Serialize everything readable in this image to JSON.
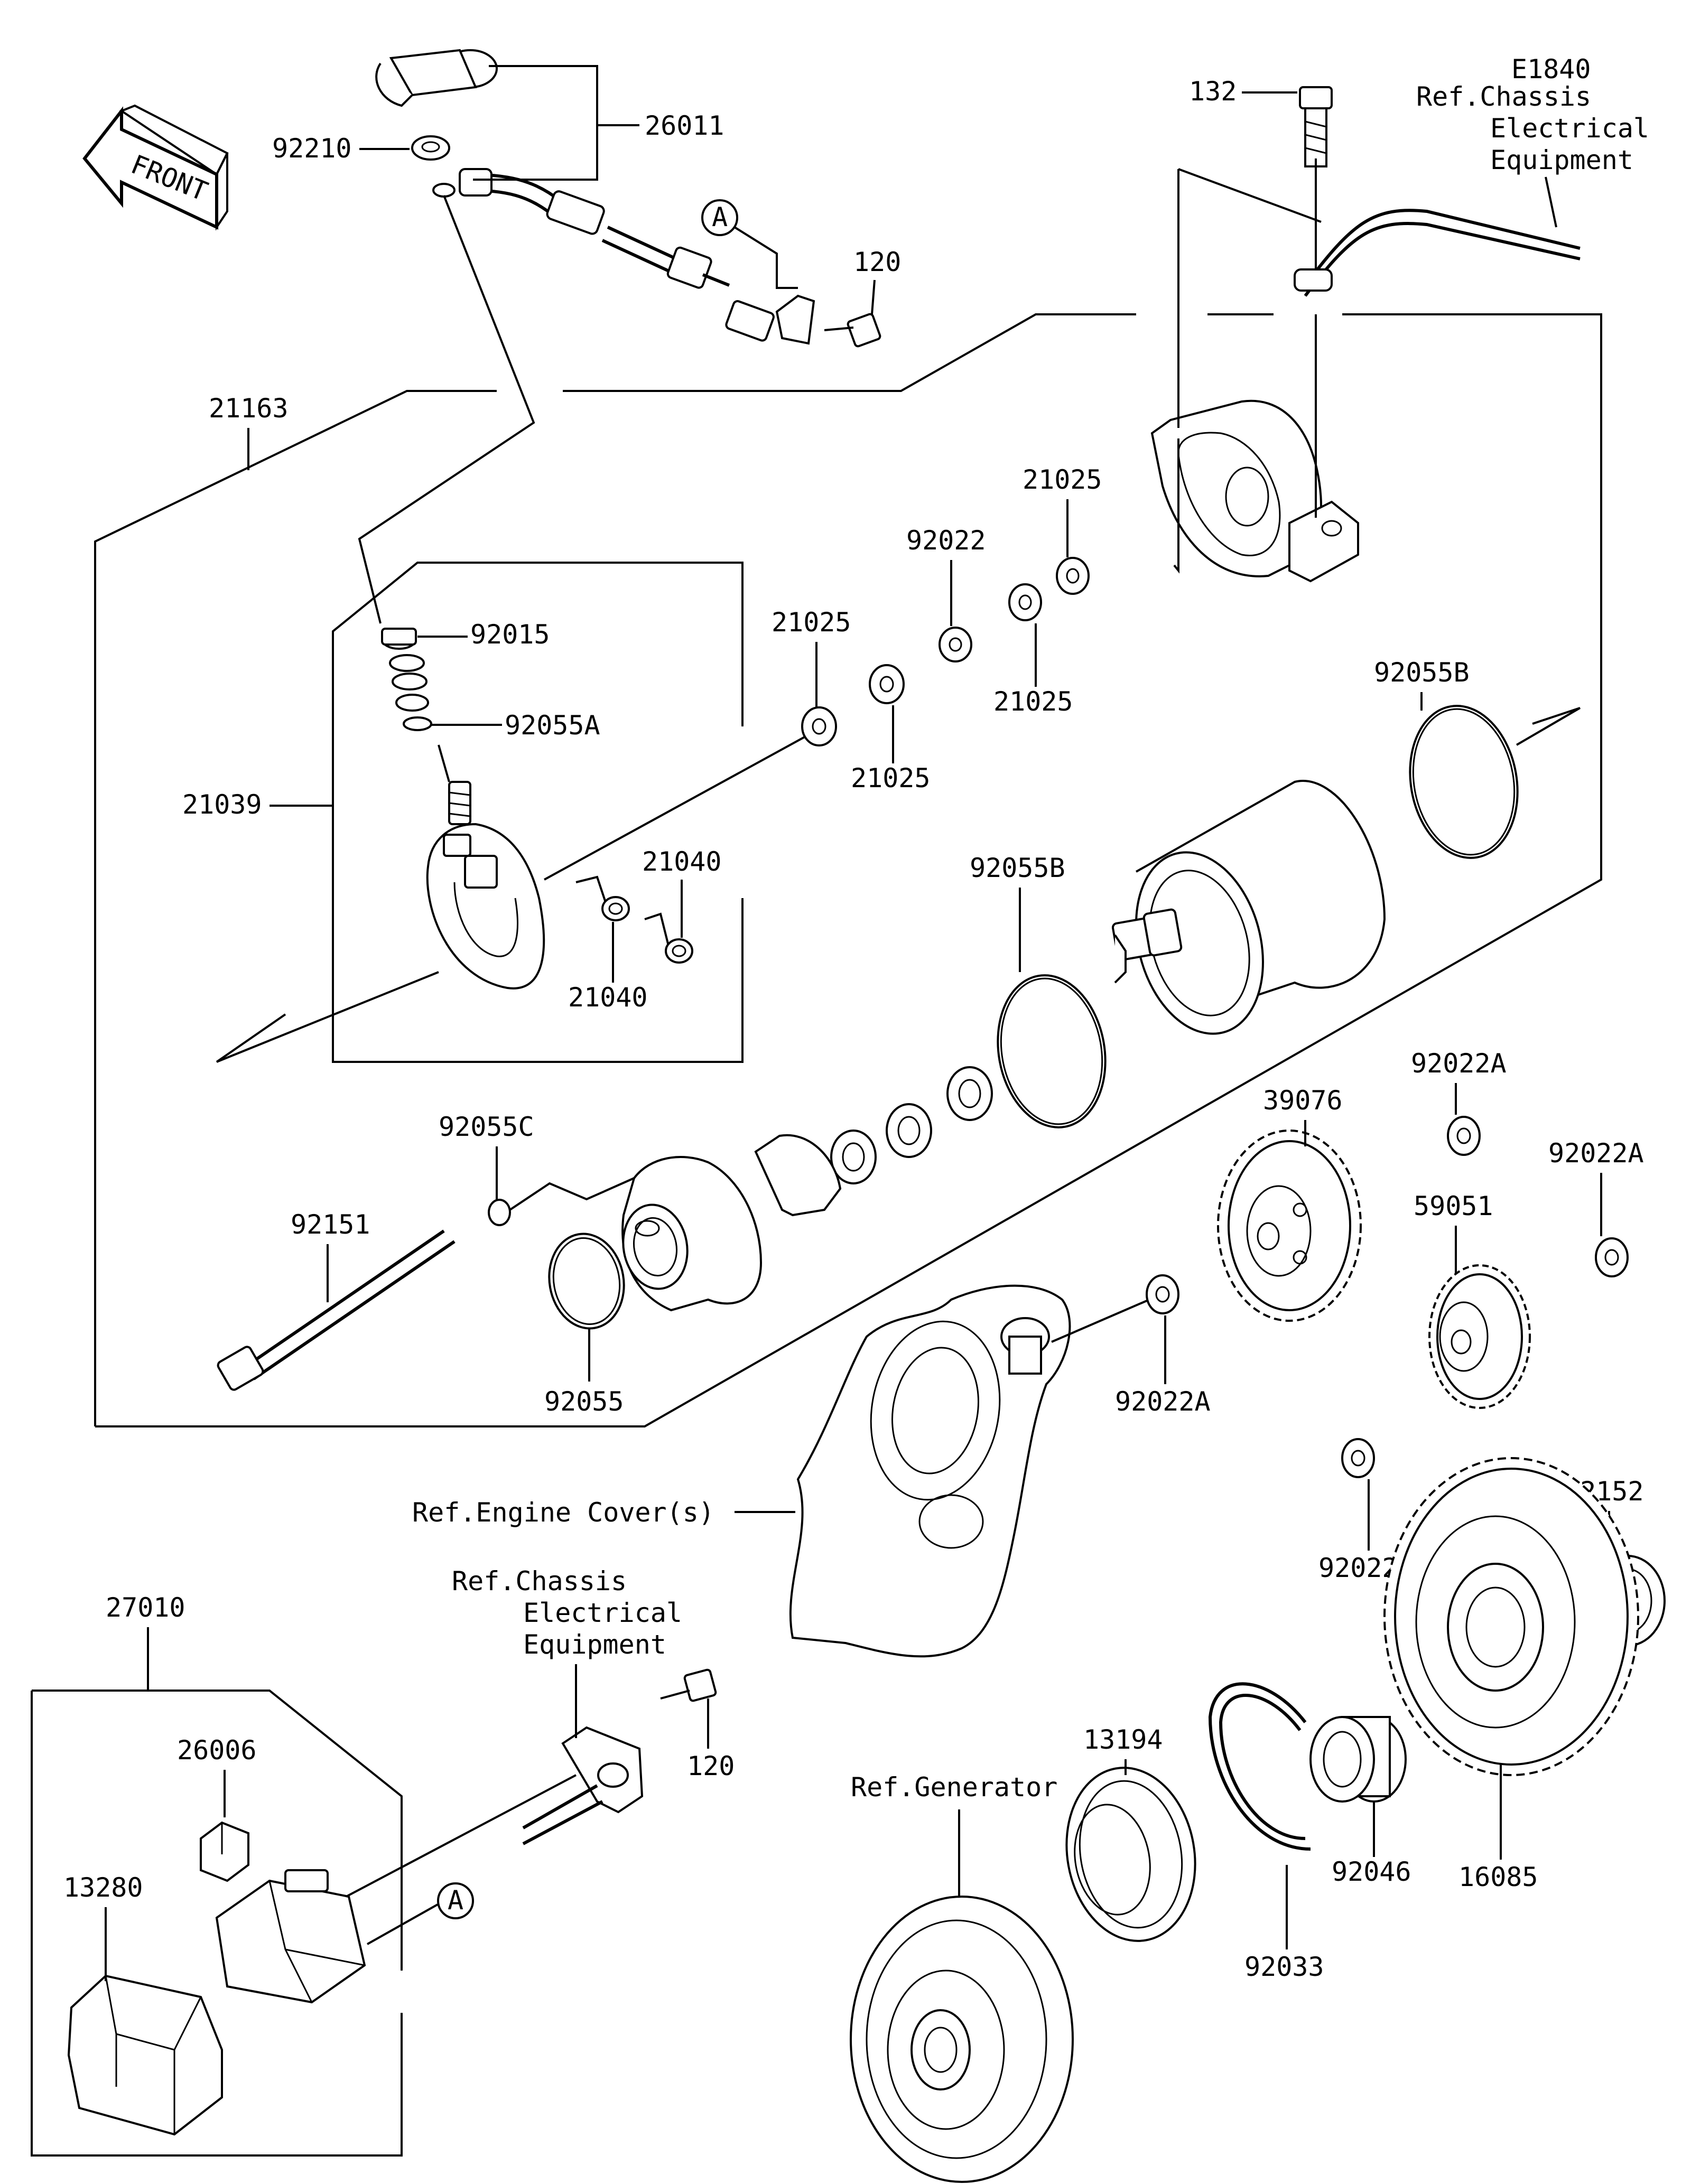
{
  "diagram_code": "E1840",
  "front_label": "FRONT",
  "callout_letter": "A",
  "labels": {
    "p26011": "26011",
    "p92210": "92210",
    "p120_top": "120",
    "p120_bottom": "120",
    "p132": "132",
    "p21163": "21163",
    "p92015": "92015",
    "p92055A": "92055A",
    "p21039": "21039",
    "p21040_a": "21040",
    "p21040_b": "21040",
    "p21025_1": "21025",
    "p21025_2": "21025",
    "p21025_3": "21025",
    "p21025_4": "21025",
    "p92022": "92022",
    "p92055B_1": "92055B",
    "p92055B_2": "92055B",
    "p92055C": "92055C",
    "p92151": "92151",
    "p92055": "92055",
    "p39076": "39076",
    "p92022A_1": "92022A",
    "p92022A_2": "92022A",
    "p92022A_3": "92022A",
    "p92022A_4": "92022A",
    "p59051": "59051",
    "p92152": "92152",
    "p27010": "27010",
    "p26006": "26006",
    "p13280": "13280",
    "p13194": "13194",
    "p92033": "92033",
    "p92046": "92046",
    "p16085": "16085"
  },
  "references": {
    "chassis_top": [
      "Ref.Chassis",
      "Electrical",
      "Equipment"
    ],
    "chassis_bottom": [
      "Ref.Chassis",
      "Electrical",
      "Equipment"
    ],
    "engine_cover": "Ref.Engine Cover(s)",
    "generator": "Ref.Generator"
  }
}
